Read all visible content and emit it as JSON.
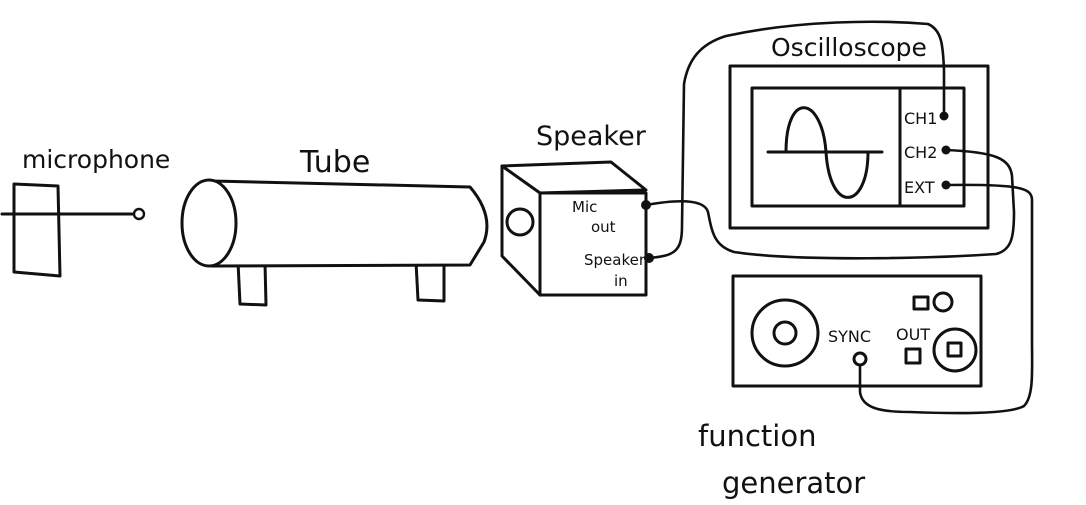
{
  "labels": {
    "microphone": "microphone",
    "tube": "Tube",
    "speaker": "Speaker",
    "oscilloscope": "Oscilloscope",
    "function_generator_line1": "function",
    "function_generator_line2": "generator"
  },
  "speaker_ports": {
    "mic_out_line1": "Mic",
    "mic_out_line2": "out",
    "speaker_in_line1": "Speaker",
    "speaker_in_line2": "in"
  },
  "oscilloscope_ports": {
    "ch1": "CH1",
    "ch2": "CH2",
    "ext": "EXT"
  },
  "function_generator_ports": {
    "sync": "SYNC",
    "out": "OUT"
  }
}
